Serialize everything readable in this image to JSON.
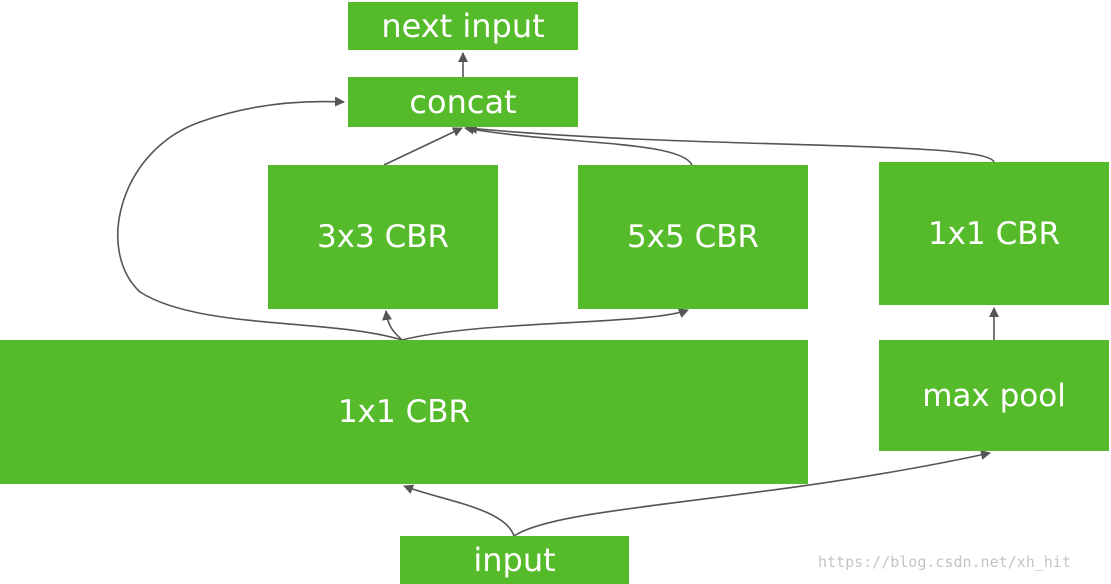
{
  "colors": {
    "block_fill": "#55bb2a",
    "block_text": "#ffffff",
    "arrow": "#555555",
    "watermark": "#c4c4c4"
  },
  "blocks": {
    "next_input": "next input",
    "concat": "concat",
    "conv3x3": "3x3 CBR",
    "conv5x5": "5x5 CBR",
    "conv1x1_pool_branch": "1x1 CBR",
    "conv1x1_shared": "1x1 CBR",
    "max_pool": "max pool",
    "input": "input"
  },
  "watermark": "https://blog.csdn.net/xh_hit"
}
